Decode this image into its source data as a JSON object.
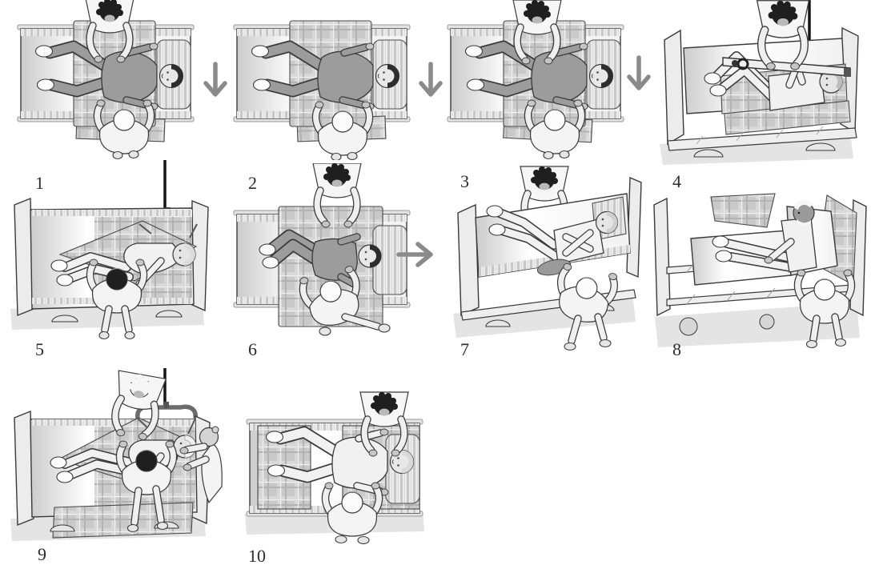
{
  "figure": {
    "title": "patient-repositioning-step-sequence",
    "steps_count": 10,
    "arrow_color": "#8a8a8a",
    "ink_color": "#3a3a3a",
    "panels": [
      {
        "number": "1",
        "scene": "two-caregivers-place-slide-sheet-under-supine-patient",
        "arrow_after": "down"
      },
      {
        "number": "2",
        "scene": "caregiver-pulls-slide-sheet-beneath-supine-patient",
        "arrow_after": "down"
      },
      {
        "number": "3",
        "scene": "two-caregivers-adjust-sheet-under-supine-patient",
        "arrow_after": "down"
      },
      {
        "number": "4",
        "scene": "caregiver-positions-ceiling-lift-spreader-bar-over-bed",
        "arrow_after": "none"
      },
      {
        "number": "5",
        "scene": "patient-rolled-on-side-sling-hooked-to-ceiling-lift",
        "arrow_after": "none"
      },
      {
        "number": "6",
        "scene": "two-caregivers-turn-patient-with-knees-bent",
        "arrow_after": "right"
      },
      {
        "number": "7",
        "scene": "caregiver-removes-rolled-sling-from-under-patient",
        "arrow_after": "none"
      },
      {
        "number": "8",
        "scene": "patient-sitting-up-in-raised-bed-supported-by-caregiver",
        "arrow_after": "none"
      },
      {
        "number": "9",
        "scene": "three-caregivers-roll-patient-with-ceiling-lift-sling",
        "arrow_after": "none"
      },
      {
        "number": "10",
        "scene": "two-caregivers-settle-supine-patient-flat-on-bed",
        "arrow_after": "none"
      }
    ]
  }
}
